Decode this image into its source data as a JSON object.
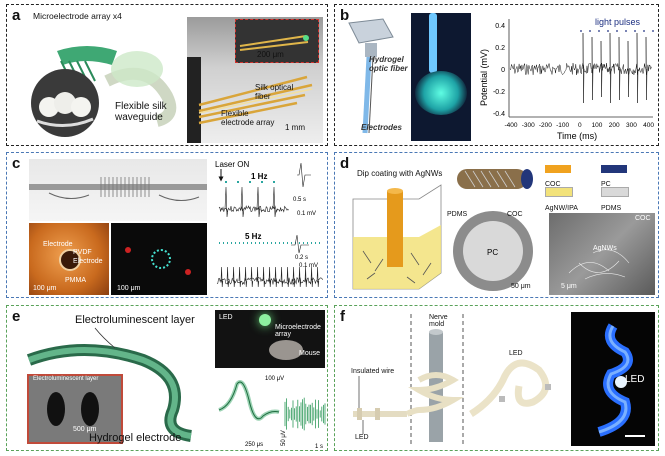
{
  "panels": {
    "a": {
      "label": "a",
      "array_label": "Microelectrode array x4",
      "waveguide_label": "Flexible silk\nwaveguide",
      "scale_top": "200 μm",
      "fiber_label": "Silk optical\nfiber",
      "electrode_label": "Flexible\nelectrode array",
      "scale_bottom": "1 mm"
    },
    "b": {
      "label": "b",
      "fiber_label": "Hydrogel\noptic fiber",
      "electrodes_label": "Electrodes",
      "light_pulses": "light pulses",
      "ylabel": "Potential (mV)",
      "xlabel": "Time (ms)",
      "yticks": [
        "0.4",
        "0.2",
        "0",
        "-0.2",
        "-0.4"
      ],
      "xticks": [
        "-400",
        "-300",
        "-200",
        "-100",
        "0",
        "100",
        "200",
        "300",
        "400"
      ]
    },
    "c": {
      "label": "c",
      "electrode1": "Electrode",
      "pvdf": "PVDF",
      "electrode2": "Electrode",
      "pmma": "PMMA",
      "scale1": "100 μm",
      "scale2": "100 μm",
      "laser_on": "Laser ON",
      "hz1": "1 Hz",
      "hz5": "5 Hz",
      "t1": "0.5 s",
      "mv1": "0.1 mV",
      "t2": "0.2 s",
      "mv2": "0.1 mV"
    },
    "d": {
      "label": "d",
      "dip": "Dip coating with AgNWs",
      "legend": [
        "COC",
        "PC",
        "AgNW/IPA",
        "PDMS"
      ],
      "pdms": "PDMS",
      "coc": "COC",
      "pc": "PC",
      "scale1": "50 μm",
      "sem_coc": "COC",
      "agnws": "AgNWs",
      "scale2": "5 μm"
    },
    "e": {
      "label": "e",
      "el_layer": "Electroluminescent layer",
      "inset_label": "Electroluminescent layer",
      "hydrogel": "Hydrogel electrode",
      "scale": "500 μm",
      "led": "LED",
      "micro": "Microelectrode\narray",
      "mouse": "Mouse",
      "uv100": "100 μV",
      "us250": "250 μs",
      "uv50": "50 μV",
      "s1": "1 s"
    },
    "f": {
      "label": "f",
      "insulated": "Insulated wire",
      "led_bottom": "LED",
      "nerve_mold": "Nerve\nmold",
      "led_spiral": "LED",
      "led_photo": "LED"
    }
  },
  "colors": {
    "dark_border": "#222222",
    "blue_border": "#4a78b5",
    "green_border": "#5aa25a",
    "coc": "#f0a21f",
    "pc": "#22367a",
    "agnw": "#f2e27a",
    "pdms": "#d9d9d9"
  }
}
